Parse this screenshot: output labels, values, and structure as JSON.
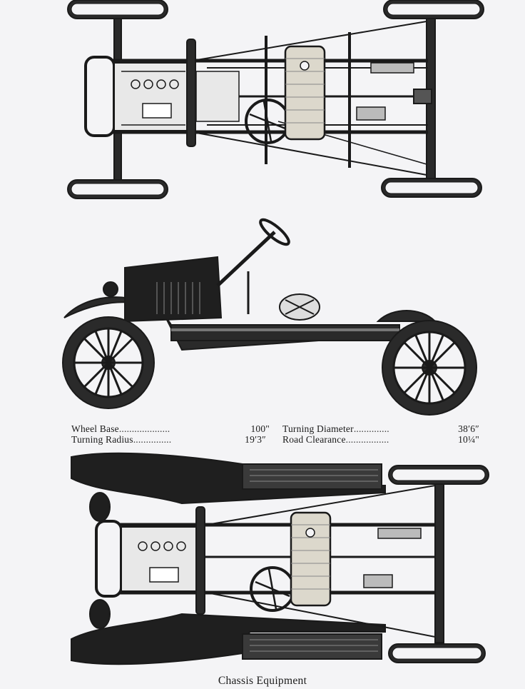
{
  "specs": {
    "wheel_base": {
      "label": "Wheel Base",
      "dots": "....................",
      "value": "100\""
    },
    "turning_radius": {
      "label": "Turning Radius",
      "dots": "...............",
      "value": "19′3″"
    },
    "turning_diameter": {
      "label": "Turning Diameter",
      "dots": "..............",
      "value": "38′6″"
    },
    "road_clearance": {
      "label": "Road Clearance",
      "dots": ".................",
      "value": "10¼\""
    }
  },
  "caption": "Chassis Equipment",
  "colors": {
    "ink": "#1a1a1a",
    "paper": "#f4f4f6",
    "tank": "#dcd8cc",
    "tire": "#2a2a2a"
  },
  "icons": {
    "top_view": "chassis-top-view-illustration",
    "side_view": "car-side-view-illustration",
    "bottom_view": "chassis-underside-view-illustration"
  }
}
